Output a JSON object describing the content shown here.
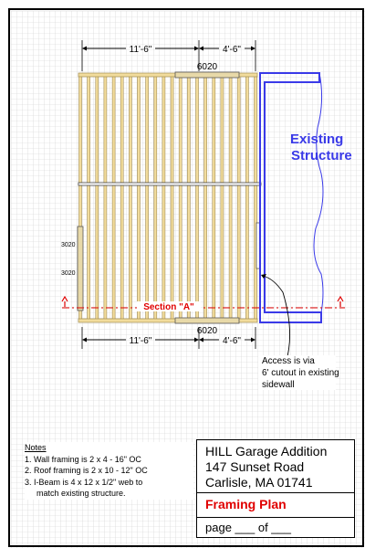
{
  "dimensions": {
    "top_left": "11'-6\"",
    "top_right": "4'-6\"",
    "bottom_left": "11'-6\"",
    "bottom_right": "4'-6\""
  },
  "windows": {
    "top": "6020",
    "bottom": "6020",
    "left_upper": "3020",
    "left_lower": "3020"
  },
  "existing_structure": [
    "Existing",
    "Structure"
  ],
  "section_label": "Section \"A\"",
  "access_note": [
    "Access is via",
    "6' cutout in existing",
    "sidewall"
  ],
  "notes": {
    "title": "Notes",
    "items": [
      "1. Wall framing is 2 x 4 - 16\" OC",
      "2. Roof framing is 2 x 10 - 12\" OC",
      "3. I-Beam is 4 x 12 x 1/2\" web to",
      "match existing structure."
    ]
  },
  "title_block": {
    "project": "HILL Garage Addition",
    "street": "147 Sunset Road",
    "city": "Carlisle, MA  01741",
    "sheet": "Framing Plan",
    "page": "page ___ of ___"
  },
  "colors": {
    "grid": "#c8c8c8",
    "joist_fill": "#f2dc9c",
    "joist_edge": "#a08a50",
    "existing": "#3a3ae8",
    "section": "#e00000"
  }
}
